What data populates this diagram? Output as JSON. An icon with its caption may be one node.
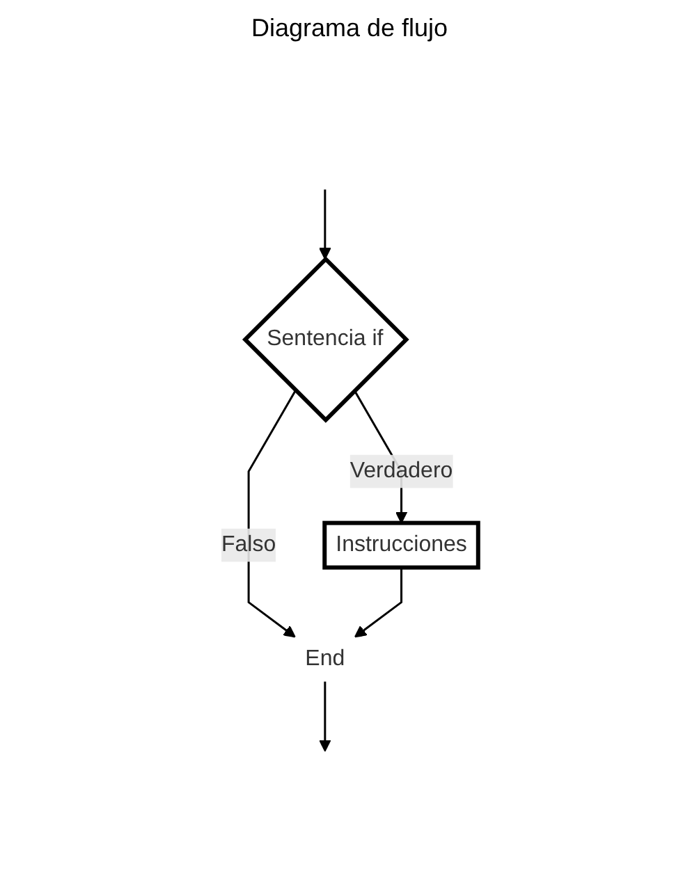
{
  "diagram": {
    "title": "Diagrama de flujo",
    "nodes": [
      {
        "text": [
          "Sentencia if"
        ]
      },
      {
        "text": [
          "Instrucciones"
        ]
      },
      {
        "text": [
          "End"
        ]
      }
    ],
    "edges": [
      {
        "from": null,
        "to": 0,
        "arrow": "to"
      },
      {
        "from": 0,
        "to": 1,
        "arrow": "to",
        "label": "Verdadero"
      },
      {
        "from": 0,
        "to": 2,
        "arrow": "to",
        "label": "Falso"
      },
      {
        "from": 1,
        "to": 2,
        "arrow": "to"
      },
      {
        "from": 2,
        "to": null,
        "arrow": "to"
      }
    ]
  }
}
